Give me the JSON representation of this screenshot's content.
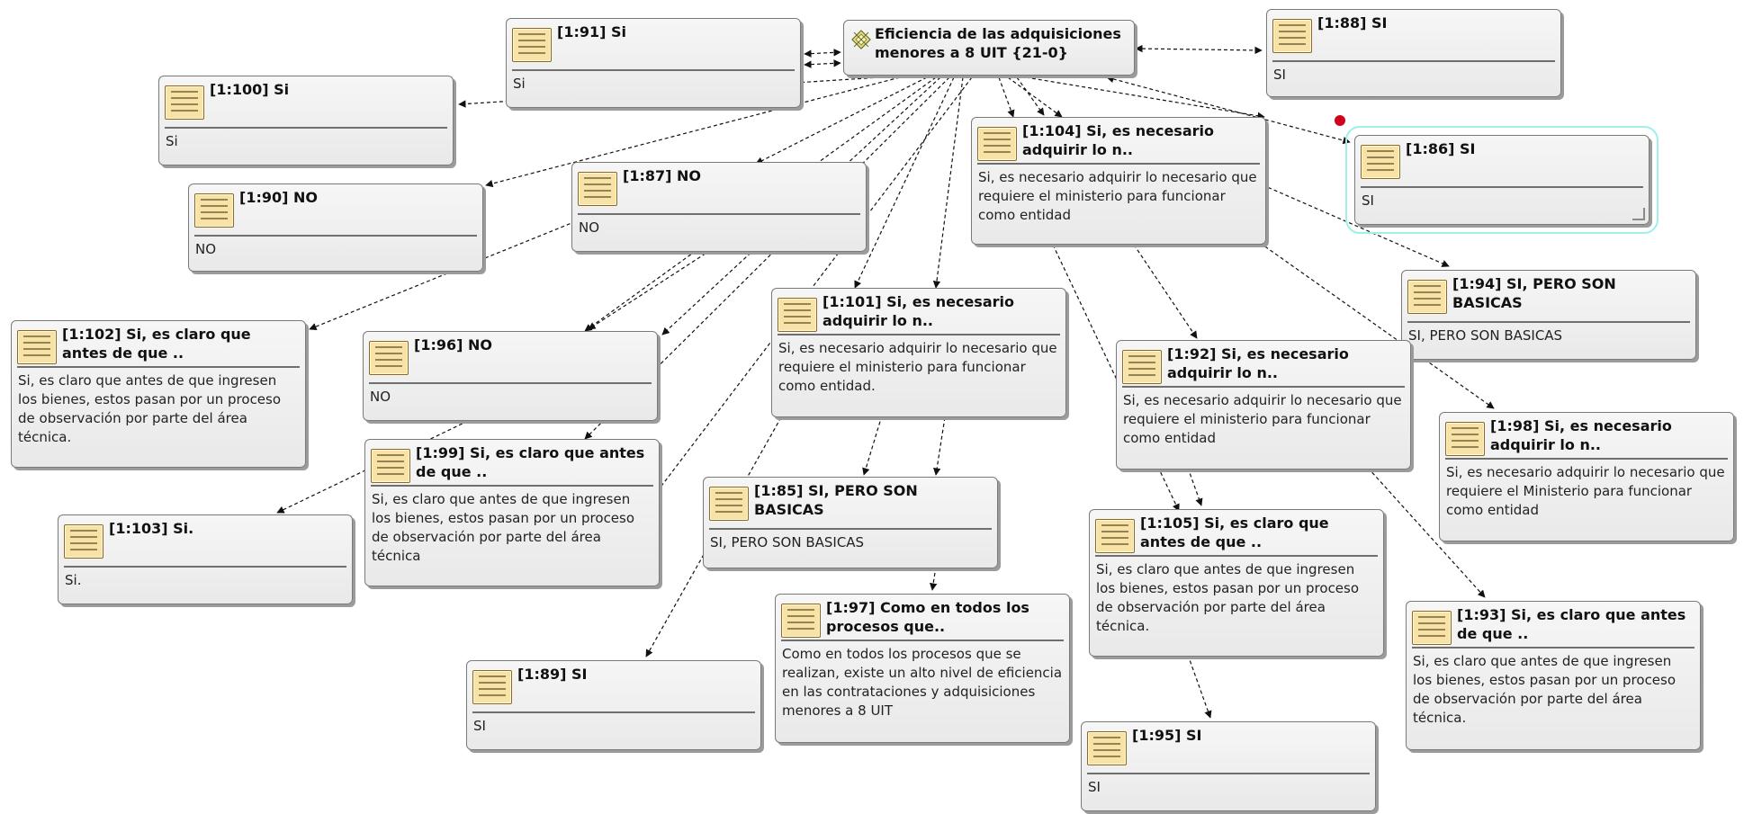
{
  "code": {
    "title": "Eficiencia de las adquisiciones menores a 8 UIT {21-0}"
  },
  "quotes": [
    {
      "id": "q91",
      "title": "[1:91] Si",
      "text": "Si"
    },
    {
      "id": "q88",
      "title": "[1:88] SI",
      "text": "SI"
    },
    {
      "id": "q100",
      "title": "[1:100] Si",
      "text": "Si"
    },
    {
      "id": "q104",
      "title": "[1:104] Si, es necesario adquirir lo n..",
      "text": "Si, es necesario adquirir lo necesario que requiere el ministerio para funcionar como entidad"
    },
    {
      "id": "q86",
      "title": "[1:86] SI",
      "text": "SI"
    },
    {
      "id": "q87",
      "title": "[1:87] NO",
      "text": "NO"
    },
    {
      "id": "q90",
      "title": "[1:90] NO",
      "text": "NO"
    },
    {
      "id": "q94",
      "title": "[1:94] SI, PERO SON BASICAS",
      "text": "SI, PERO SON BASICAS"
    },
    {
      "id": "q102",
      "title": "[1:102] Si, es claro que antes de que ..",
      "text": "Si, es claro que antes de que ingresen los bienes, estos pasan por un proceso de observación por parte del área técnica."
    },
    {
      "id": "q96",
      "title": "[1:96] NO",
      "text": "NO"
    },
    {
      "id": "q101",
      "title": "[1:101] Si, es necesario adquirir lo n..",
      "text": "Si, es necesario adquirir lo necesario que requiere el ministerio para funcionar como entidad."
    },
    {
      "id": "q92",
      "title": "[1:92] Si, es necesario adquirir lo n..",
      "text": "Si, es necesario adquirir lo necesario que requiere el ministerio para funcionar como entidad"
    },
    {
      "id": "q98",
      "title": "[1:98] Si, es necesario adquirir lo n..",
      "text": "Si, es necesario adquirir lo necesario que requiere el Ministerio para funcionar como entidad"
    },
    {
      "id": "q99",
      "title": "[1:99] Si, es claro que antes de que ..",
      "text": "Si, es claro que antes de que ingresen los bienes, estos pasan por un proceso de observación por parte del área técnica"
    },
    {
      "id": "q103",
      "title": "[1:103] Si.",
      "text": "Si."
    },
    {
      "id": "q85",
      "title": "[1:85] SI, PERO SON BASICAS",
      "text": "SI, PERO SON BASICAS"
    },
    {
      "id": "q105",
      "title": "[1:105] Si, es claro que antes de que ..",
      "text": "Si, es claro que antes de que ingresen los bienes, estos pasan por un proceso de observación por parte del área técnica."
    },
    {
      "id": "q93",
      "title": "[1:93] Si, es claro que antes de que ..",
      "text": "Si, es claro que antes de que ingresen los bienes, estos pasan por un proceso de observación por parte del área técnica."
    },
    {
      "id": "q97",
      "title": "[1:97] Como en todos los procesos que..",
      "text": "Como en todos los procesos que se realizan, existe un alto nivel de eficiencia en las contrataciones y adquisiciones menores a 8 UIT"
    },
    {
      "id": "q89",
      "title": "[1:89] SI",
      "text": "SI"
    },
    {
      "id": "q95",
      "title": "[1:95] SI",
      "text": "SI"
    }
  ]
}
